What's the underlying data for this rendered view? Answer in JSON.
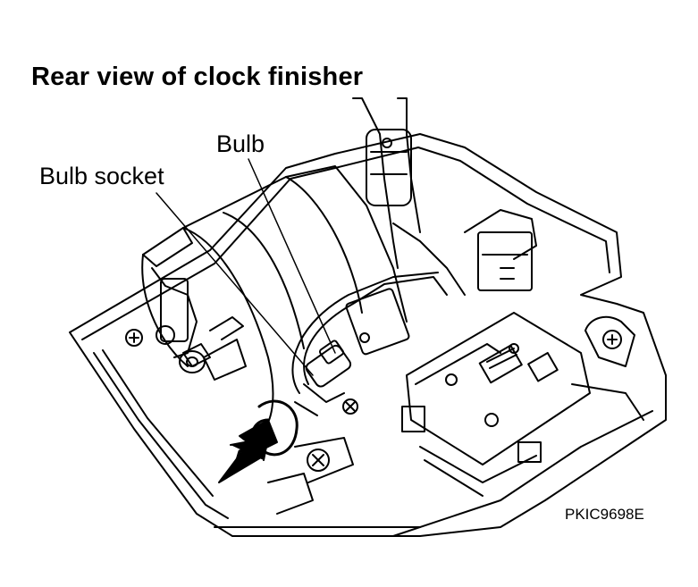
{
  "title": "Rear view of clock finisher",
  "labels": {
    "bulb": "Bulb",
    "bulb_socket": "Bulb socket"
  },
  "figure_code": "PKIC9698E",
  "colors": {
    "line": "#000000",
    "background": "#ffffff"
  }
}
